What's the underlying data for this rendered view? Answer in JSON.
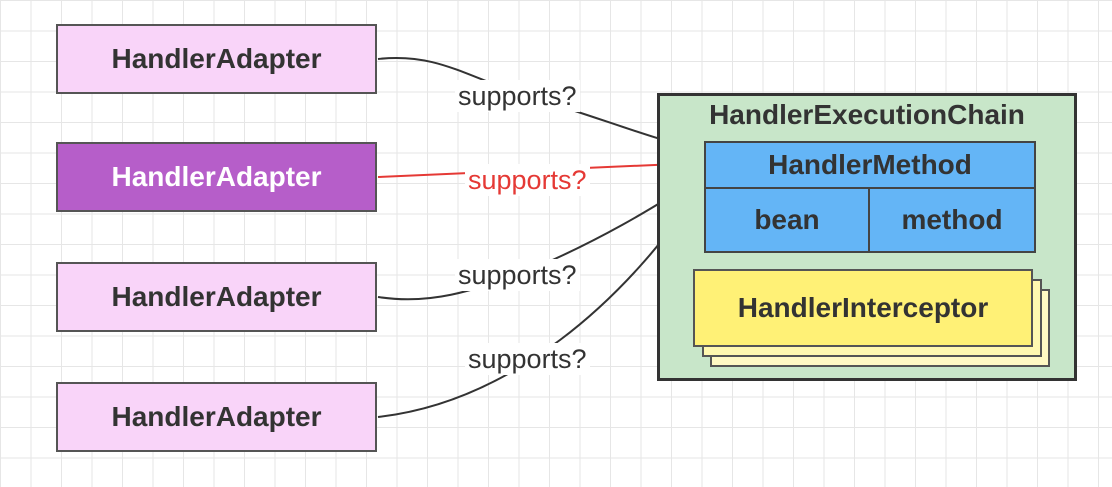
{
  "adapters": [
    {
      "label": "HandlerAdapter",
      "highlighted": false
    },
    {
      "label": "HandlerAdapter",
      "highlighted": true
    },
    {
      "label": "HandlerAdapter",
      "highlighted": false
    },
    {
      "label": "HandlerAdapter",
      "highlighted": false
    }
  ],
  "connectors": [
    {
      "label": "supports?",
      "color": "#333333"
    },
    {
      "label": "supports?",
      "color": "#e53935"
    },
    {
      "label": "supports?",
      "color": "#333333"
    },
    {
      "label": "supports?",
      "color": "#333333"
    }
  ],
  "chain": {
    "title": "HandlerExecutionChain",
    "handler_method": {
      "title": "HandlerMethod",
      "fields": [
        "bean",
        "method"
      ]
    },
    "interceptor": {
      "label": "HandlerInterceptor"
    }
  },
  "colors": {
    "adapter_fill": "#f9d4f9",
    "adapter_active_fill": "#b65ec9",
    "chain_fill": "#c8e6c9",
    "handler_method_fill": "#64b5f6",
    "interceptor_fill": "#fff176",
    "active_arrow": "#e53935"
  }
}
